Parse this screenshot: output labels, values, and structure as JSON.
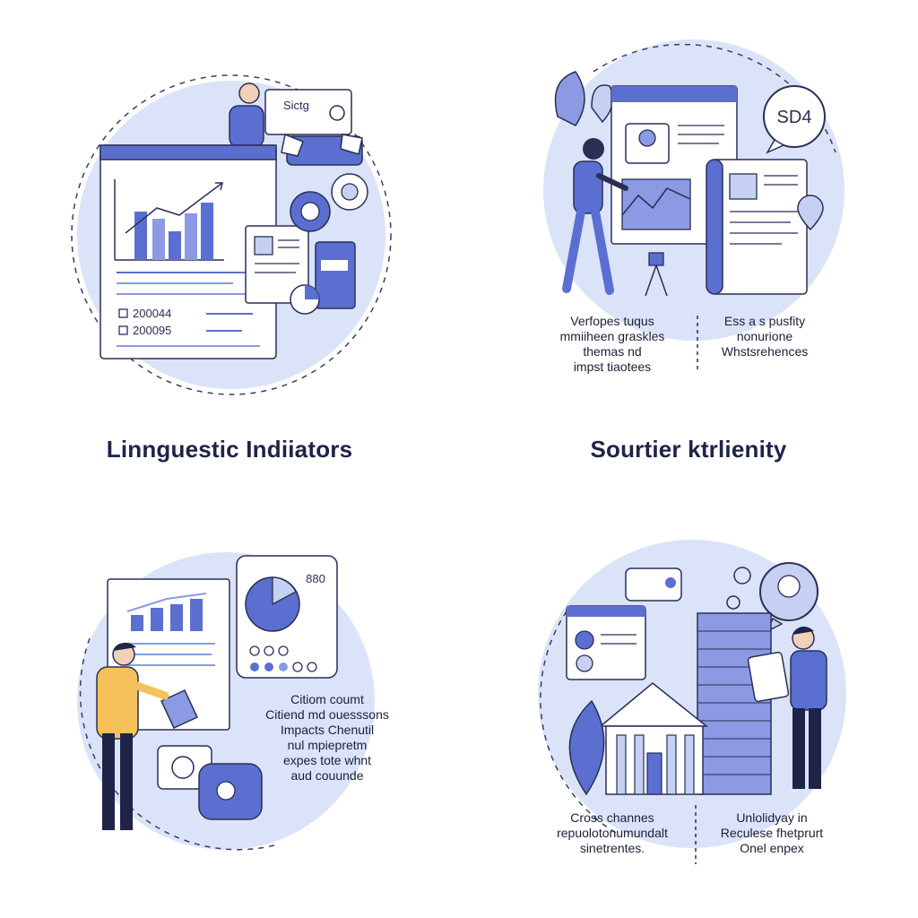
{
  "panels": {
    "top_left": {
      "heading": "Linnguestic Indiiators",
      "callout_label": "Sictg",
      "list_items": [
        "200044",
        "200095"
      ]
    },
    "top_right": {
      "heading": "Sourtier ktrlienity",
      "badge": "SD4",
      "caption_left": [
        "Verfopes tuqus",
        "mmiiheen graskles",
        "themas nd",
        "impst tiaotees"
      ],
      "caption_right": [
        "Ess a s pusfity",
        "nonurione",
        "Whstsrehences"
      ]
    },
    "bottom_left": {
      "stat": "880",
      "caption": [
        "Citiom coumt",
        "Citiend md ouesssons",
        "Impacts Chenutil",
        "nul mpiepretm",
        "expes tote whnt",
        "aud couunde"
      ]
    },
    "bottom_right": {
      "caption_left": [
        "Cross channes",
        "repuolotonumundalt",
        "sinetrentes."
      ],
      "caption_right": [
        "Unlolidyay in",
        "Reculese fhetprurt",
        "Onel enpex"
      ]
    }
  },
  "colors": {
    "primary": "#5b6fd0",
    "light": "#c6d0f2",
    "circle": "#d9e1f8",
    "outline": "#2a2f55",
    "yellow": "#f6c15a",
    "navy": "#1e2348"
  }
}
